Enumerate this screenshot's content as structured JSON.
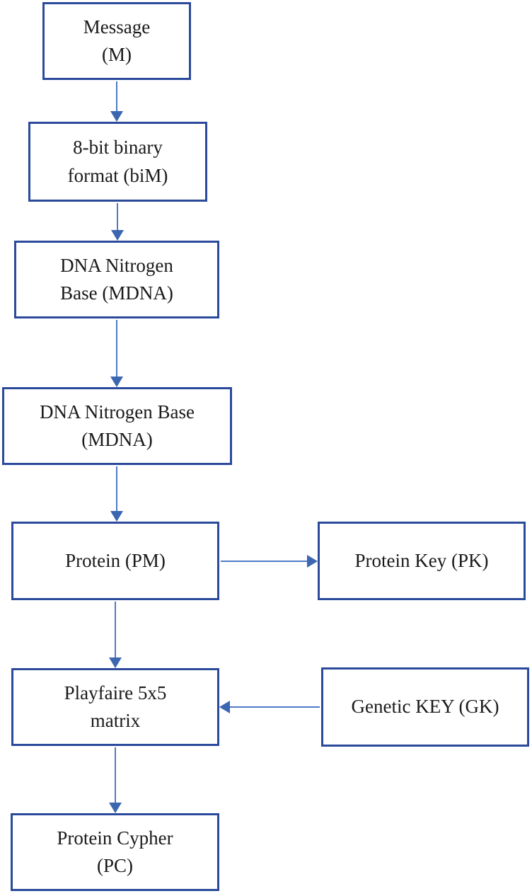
{
  "diagram": {
    "type": "flowchart",
    "nodes": [
      {
        "id": "message",
        "label": "Message (M)",
        "lines": [
          "Message",
          "(M)"
        ]
      },
      {
        "id": "binary",
        "label": "8-bit binary format (biM)",
        "lines": [
          "8-bit binary",
          "format (biM)"
        ]
      },
      {
        "id": "mdna1",
        "label": "DNA Nitrogen Base (MDNA)",
        "lines": [
          "DNA Nitrogen",
          "Base (MDNA)"
        ]
      },
      {
        "id": "mdna2",
        "label": "DNA Nitrogen Base (MDNA)",
        "lines": [
          "DNA Nitrogen Base",
          "(MDNA)"
        ]
      },
      {
        "id": "protein",
        "label": "Protein (PM)",
        "lines": [
          "Protein (PM)"
        ]
      },
      {
        "id": "protein-key",
        "label": "Protein Key (PK)",
        "lines": [
          "Protein Key (PK)"
        ]
      },
      {
        "id": "playfaire",
        "label": "Playfaire 5x5 matrix",
        "lines": [
          "Playfaire 5x5",
          "matrix"
        ]
      },
      {
        "id": "genetic-key",
        "label": "Genetic KEY (GK)",
        "lines": [
          "Genetic KEY (GK)"
        ]
      },
      {
        "id": "protein-cypher",
        "label": "Protein Cypher (PC)",
        "lines": [
          "Protein Cypher",
          "(PC)"
        ]
      }
    ],
    "edges": [
      {
        "from": "message",
        "to": "binary",
        "direction": "down"
      },
      {
        "from": "binary",
        "to": "mdna1",
        "direction": "down"
      },
      {
        "from": "mdna1",
        "to": "mdna2",
        "direction": "down"
      },
      {
        "from": "mdna2",
        "to": "protein",
        "direction": "down"
      },
      {
        "from": "protein",
        "to": "protein-key",
        "direction": "right"
      },
      {
        "from": "protein",
        "to": "playfaire",
        "direction": "down"
      },
      {
        "from": "genetic-key",
        "to": "playfaire",
        "direction": "left"
      },
      {
        "from": "playfaire",
        "to": "protein-cypher",
        "direction": "down"
      }
    ]
  },
  "colors": {
    "box_border": "#2b4a9b",
    "arrow": "#4f7ac7",
    "arrow_head": "#3b66b0",
    "text": "#1a1a1a",
    "background": "#ffffff"
  }
}
